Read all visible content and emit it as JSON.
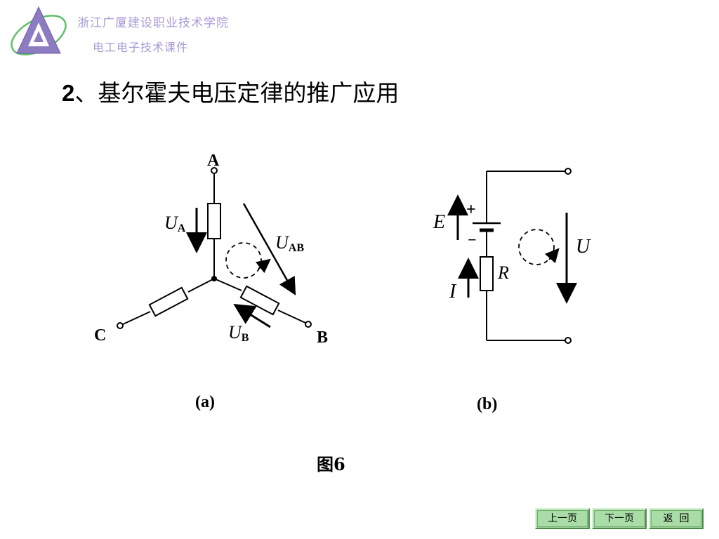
{
  "header": {
    "school_name": "浙江广厦建设职业技术学院",
    "course_name": "电工电子技术课件"
  },
  "slide": {
    "title_number": "2",
    "title_text": "、基尔霍夫电压定律的推广应用",
    "figure_caption": "图6"
  },
  "circuit_a": {
    "node_a": "A",
    "node_b": "B",
    "node_c": "C",
    "ua_main": "U",
    "ua_sub": "A",
    "uab_main": "U",
    "uab_sub": "AB",
    "ub_main": "U",
    "ub_sub": "B",
    "label": "(a)"
  },
  "circuit_b": {
    "emf": "E",
    "plus": "+",
    "minus": "−",
    "resistor": "R",
    "current": "I",
    "voltage": "U",
    "label": "(b)"
  },
  "nav": {
    "prev": "上一页",
    "next": "下一页",
    "back": "返  回"
  },
  "colors": {
    "logo_purple": "#8e7cc3",
    "logo_green": "#5fbf6a",
    "header_text": "#a89ad6",
    "nav_button": "#9fd39c"
  }
}
